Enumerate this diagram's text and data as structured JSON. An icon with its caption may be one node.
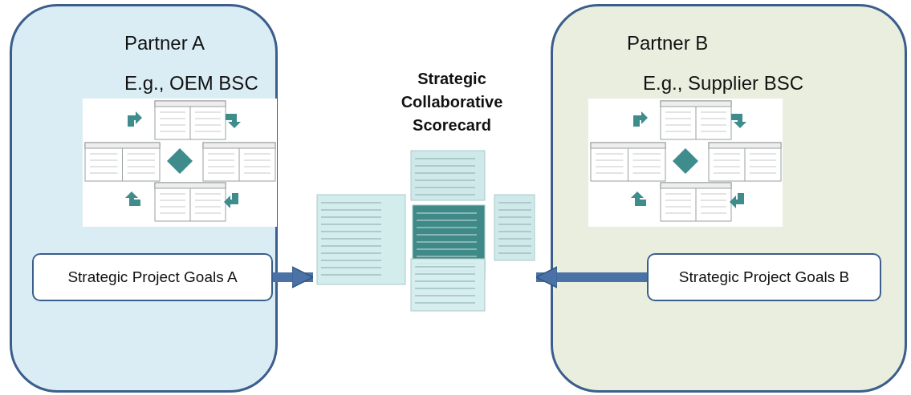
{
  "diagram": {
    "title": "Strategic Collaborative Scorecard",
    "nodes": [
      {
        "text": [
          "Partner A",
          "E.g., OEM BSC"
        ]
      },
      {
        "text": [],
        "shape": "picture",
        "in": 0
      },
      {
        "text": [
          "Strategic Project Goals A"
        ],
        "in": 0
      },
      {
        "text": [
          "Partner B",
          "E.g., Supplier BSC"
        ]
      },
      {
        "text": [],
        "shape": "picture",
        "in": 3
      },
      {
        "text": [
          "Strategic Project Goals B"
        ],
        "in": 3
      },
      {
        "text": [],
        "shape": "picture"
      }
    ],
    "edges": [
      {
        "from": 2,
        "to": 6,
        "arrow": "to"
      },
      {
        "from": 5,
        "to": 6,
        "arrow": "to"
      }
    ]
  }
}
